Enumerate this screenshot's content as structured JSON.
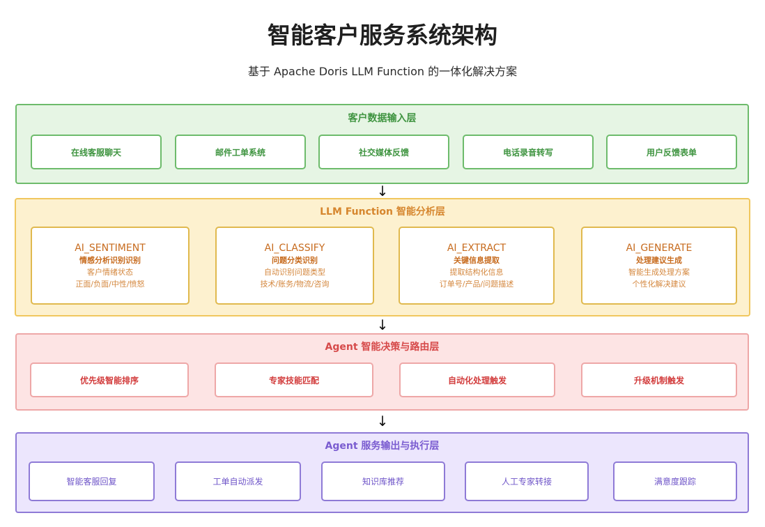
{
  "title": "智能客户服务系统架构",
  "subtitle": "基于 Apache Doris LLM Function 的一体化解决方案",
  "arrow_symbol": "↓",
  "layers": [
    {
      "title": "客户数据输入层",
      "items": [
        "在线客服聊天",
        "邮件工单系统",
        "社交媒体反馈",
        "电话录音转写",
        "用户反馈表单"
      ]
    },
    {
      "title": "LLM Function 智能分析层",
      "functions": [
        {
          "name": "AI_SENTIMENT",
          "cn": "情感分析识别识别",
          "desc1": "客户情绪状态",
          "desc2": "正面/负面/中性/愤怒"
        },
        {
          "name": "AI_CLASSIFY",
          "cn": "问题分类识别",
          "desc1": "自动识别问题类型",
          "desc2": "技术/账务/物流/咨询"
        },
        {
          "name": "AI_EXTRACT",
          "cn": "关键信息提取",
          "desc1": "提取结构化信息",
          "desc2": "订单号/产品/问题描述"
        },
        {
          "name": "AI_GENERATE",
          "cn": "处理建议生成",
          "desc1": "智能生成处理方案",
          "desc2": "个性化解决建议"
        }
      ]
    },
    {
      "title": "Agent 智能决策与路由层",
      "items": [
        "优先级智能排序",
        "专家技能匹配",
        "自动化处理触发",
        "升级机制触发"
      ]
    },
    {
      "title": "Agent 服务输出与执行层",
      "items": [
        "智能客服回复",
        "工单自动派发",
        "知识库推荐",
        "人工专家转接",
        "满意度跟踪"
      ]
    }
  ],
  "colors": {
    "input_layer": "#e6f5e4",
    "analysis_layer": "#fdf1cf",
    "decision_layer": "#fde4e4",
    "output_layer": "#ece6fd"
  }
}
